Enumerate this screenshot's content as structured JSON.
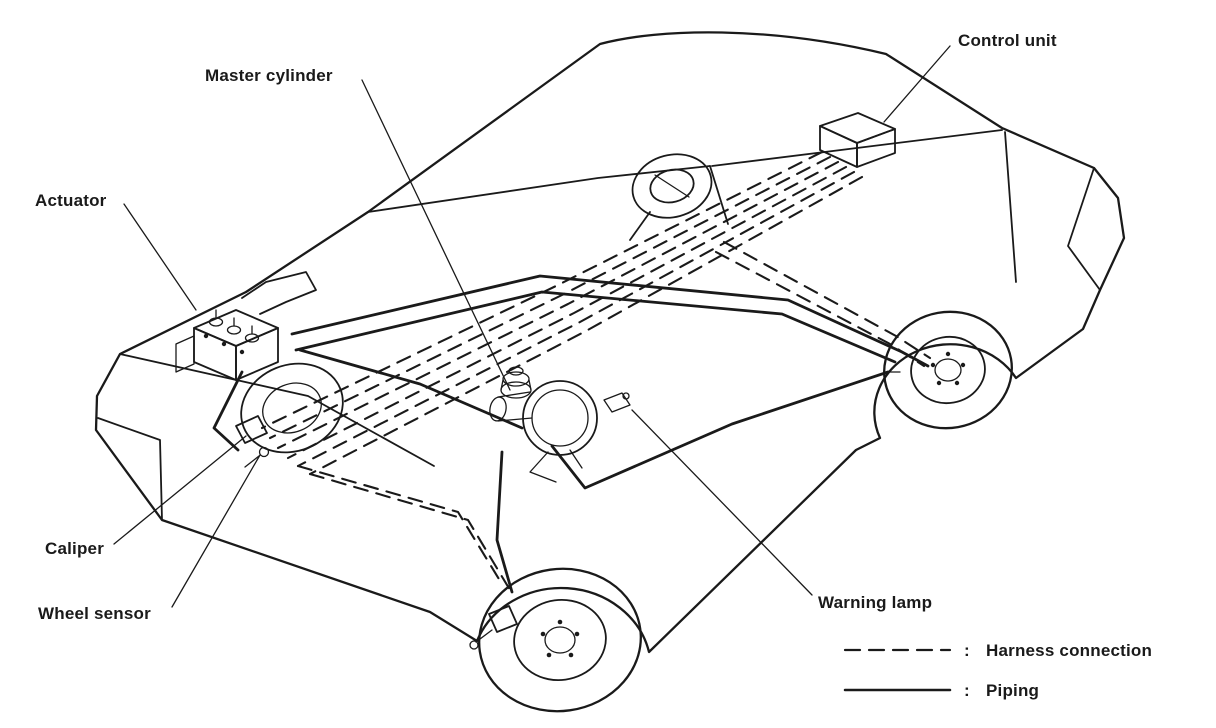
{
  "labels": {
    "actuator": "Actuator",
    "master_cylinder": "Master cylinder",
    "control_unit": "Control unit",
    "caliper": "Caliper",
    "wheel_sensor": "Wheel sensor",
    "warning_lamp": "Warning lamp"
  },
  "legend": {
    "separator": ":",
    "items": [
      {
        "style": "dashed",
        "label": "Harness connection"
      },
      {
        "style": "solid",
        "label": "Piping"
      }
    ]
  },
  "colors": {
    "ink": "#1a1a1a",
    "background": "#ffffff"
  }
}
